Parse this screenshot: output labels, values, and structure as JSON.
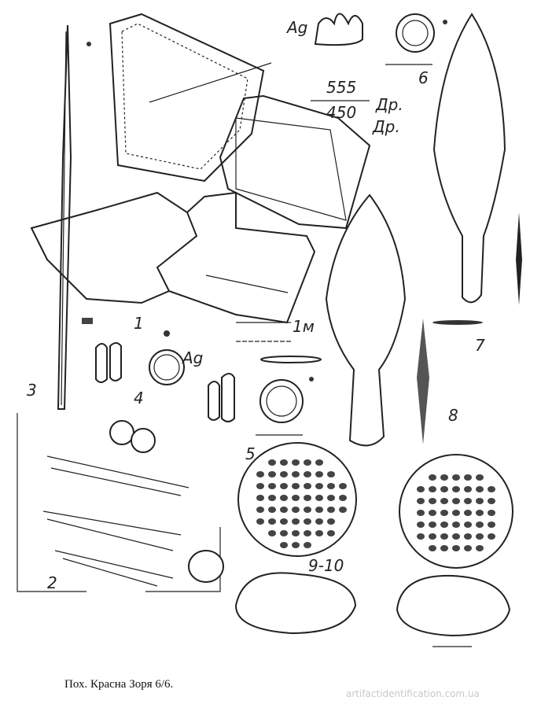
{
  "watermark": "artifactidentification.com.ua",
  "caption": "Пох. Красна Зоря 6/6.",
  "figure": {
    "labels": {
      "fig1": "1",
      "fig2": "2",
      "fig3": "3",
      "fig4": "4",
      "fig5": "5",
      "fig6": "6",
      "fig7": "7",
      "fig8": "8",
      "fig9_10": "9-10",
      "scale_1m": "1м",
      "silver_a": "Ag",
      "silver_b": "Ag",
      "depth_top": "555",
      "depth_bottom": "450",
      "dr_top": "Др.",
      "dr_bottom": "Др."
    }
  }
}
